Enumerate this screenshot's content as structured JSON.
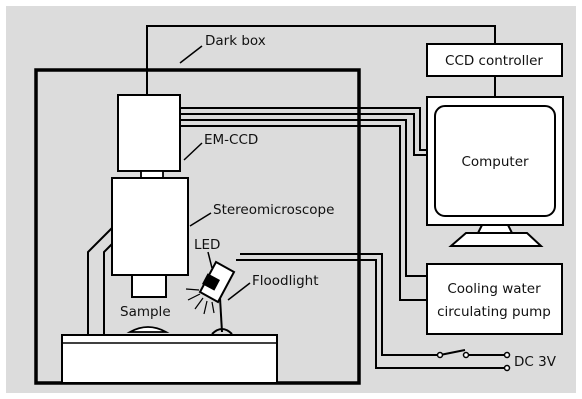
{
  "diagram": {
    "labels": {
      "dark_box": "Dark box",
      "ccd_controller": "CCD controller",
      "computer": "Computer",
      "em_ccd": "EM-CCD",
      "stereomicroscope": "Stereomicroscope",
      "led": "LED",
      "floodlight": "Floodlight",
      "sample": "Sample",
      "cooling_line1": "Cooling water",
      "cooling_line2": "circulating pump",
      "dc": "DC 3V"
    },
    "colors": {
      "background": "#dcdcdc",
      "stroke": "#000000",
      "box_fill": "#ffffff"
    }
  }
}
